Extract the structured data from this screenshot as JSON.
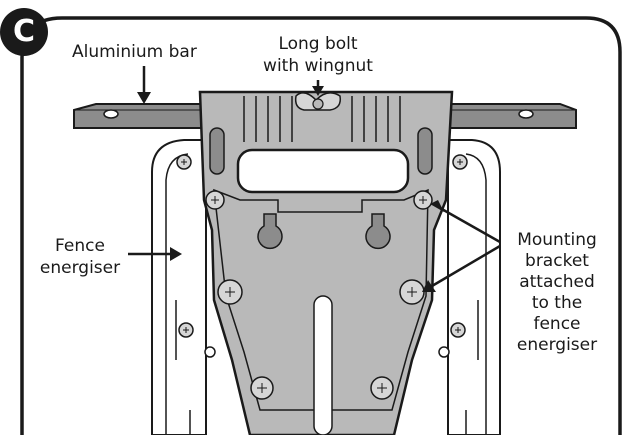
{
  "step_badge": "C",
  "labels": {
    "aluminium_bar": "Aluminium bar",
    "long_bolt_line1": "Long bolt",
    "long_bolt_line2": "with wingnut",
    "fence_energiser_line1": "Fence",
    "fence_energiser_line2": "energiser",
    "mounting_line1": "Mounting",
    "mounting_line2": "bracket",
    "mounting_line3": "attached",
    "mounting_line4": "to the",
    "mounting_line5": "fence",
    "mounting_line6": "energiser"
  },
  "colors": {
    "outline": "#1a1a1a",
    "bracket_fill": "#b9b9b9",
    "bar_fill": "#8c8c8c",
    "energiser_fill": "#ffffff",
    "screw_fill": "#d6d6d6"
  }
}
